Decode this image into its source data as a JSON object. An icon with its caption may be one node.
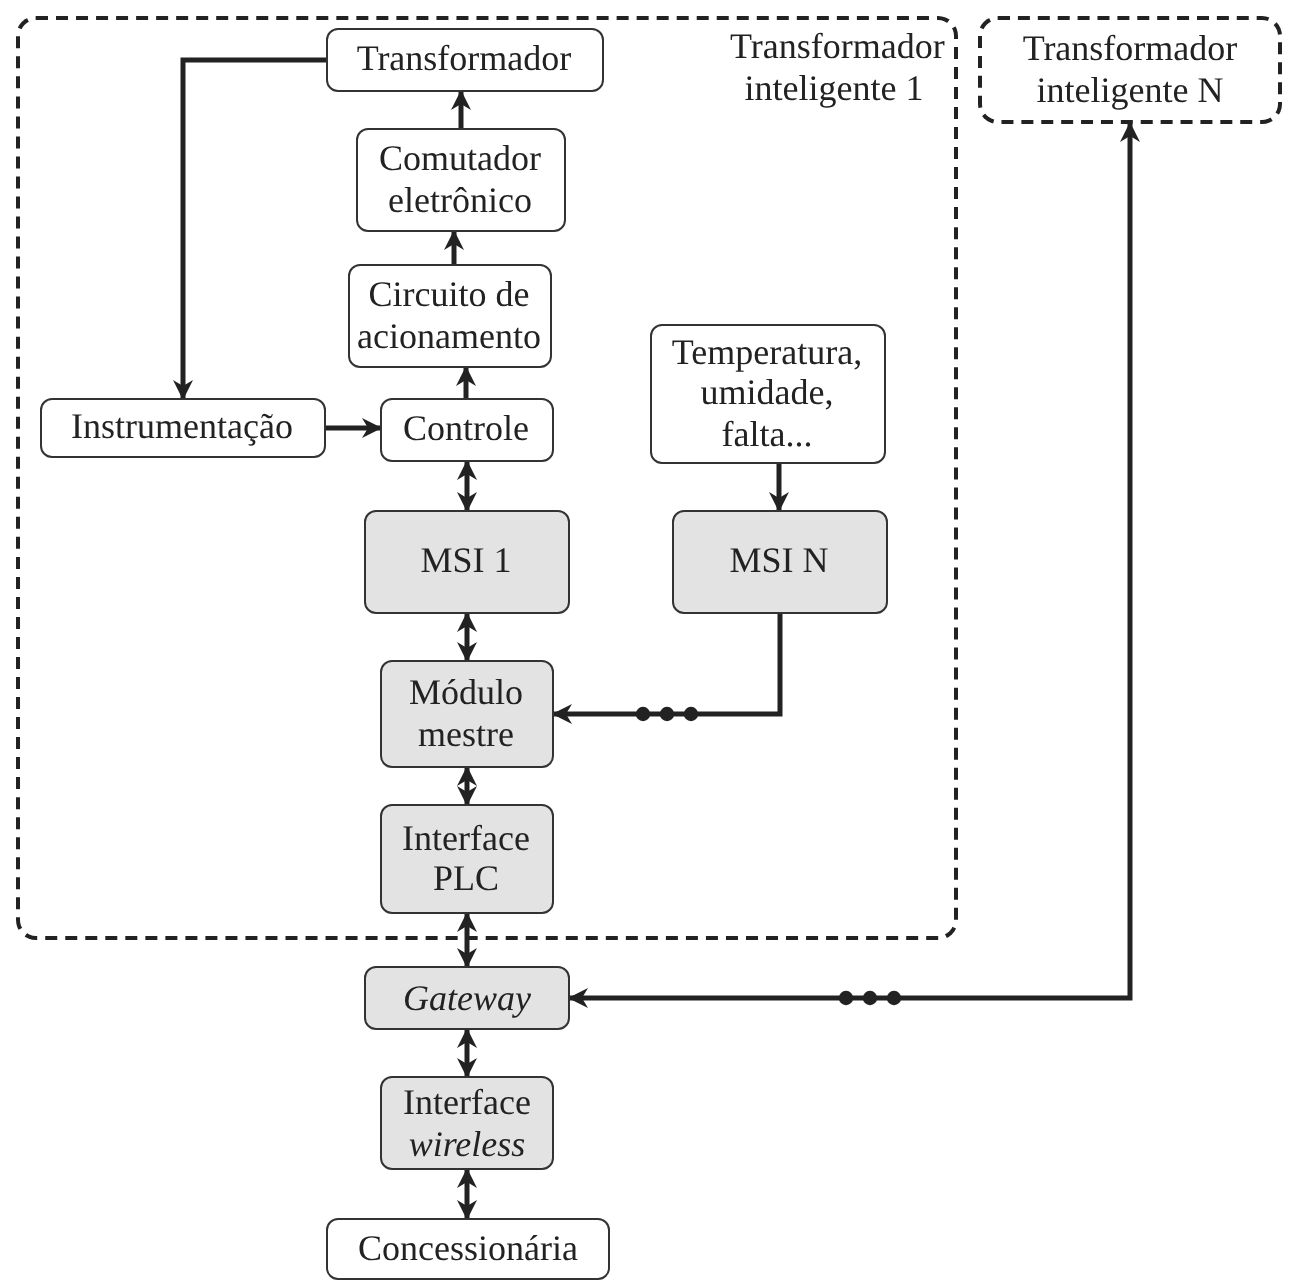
{
  "diagram": {
    "nodes": [
      {
        "text": [
          "Transformador inteligente 1"
        ]
      },
      {
        "text": [
          "Transformador"
        ],
        "in": 0
      },
      {
        "text": [
          "Comutador eletrônico"
        ],
        "in": 0
      },
      {
        "text": [
          "Circuito de acionamento"
        ],
        "in": 0
      },
      {
        "text": [
          "Instrumentação"
        ],
        "in": 0
      },
      {
        "text": [
          "Controle"
        ],
        "in": 0
      },
      {
        "text": [
          "Temperatura, umidade, falta..."
        ],
        "in": 0
      },
      {
        "text": [
          "MSI 1"
        ],
        "in": 0
      },
      {
        "text": [
          "MSI  N"
        ],
        "in": 0
      },
      {
        "text": [
          "Módulo mestre"
        ],
        "in": 0
      },
      {
        "text": [
          "Interface PLC"
        ],
        "in": 0
      },
      {
        "text": [
          "Transformador inteligente N"
        ]
      },
      {
        "text": [
          "Gateway"
        ]
      },
      {
        "text": [
          "Interface *wireless*"
        ]
      },
      {
        "text": [
          "Concessionária"
        ]
      }
    ],
    "edges": [
      {
        "from": 1,
        "to": 4,
        "arrow": "to"
      },
      {
        "from": 4,
        "to": 5,
        "arrow": "to"
      },
      {
        "from": 5,
        "to": 3,
        "arrow": "to"
      },
      {
        "from": 3,
        "to": 2,
        "arrow": "to"
      },
      {
        "from": 2,
        "to": 1,
        "arrow": "to"
      },
      {
        "from": 5,
        "to": 7,
        "arrow": "both"
      },
      {
        "from": 7,
        "to": 9,
        "arrow": "both"
      },
      {
        "from": 6,
        "to": 8,
        "arrow": "to"
      },
      {
        "from": 8,
        "to": 9,
        "arrow": "to"
      },
      {
        "from": 9,
        "to": 10,
        "arrow": "both"
      },
      {
        "from": 10,
        "to": 12,
        "arrow": "both"
      },
      {
        "from": 12,
        "to": 11,
        "arrow": "both"
      },
      {
        "from": 12,
        "to": 13,
        "arrow": "both"
      },
      {
        "from": 13,
        "to": 14,
        "arrow": "both"
      }
    ]
  }
}
